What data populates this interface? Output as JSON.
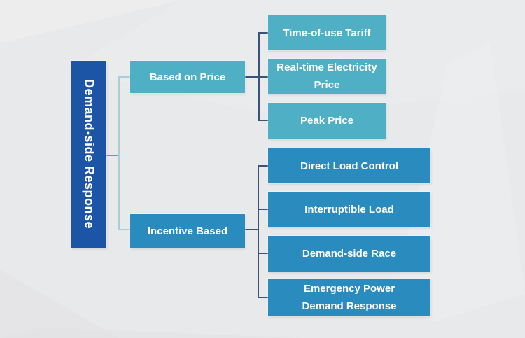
{
  "diagram": {
    "root": {
      "label": "Demand-side Response"
    },
    "branches": [
      {
        "label": "Based on Price",
        "children": [
          {
            "label": "Time-of-use Tariff",
            "lines": [
              "Time-of-use Tariff"
            ]
          },
          {
            "label": "Real-time Electricity Price",
            "lines": [
              "Real-time Electricity",
              "Price"
            ]
          },
          {
            "label": "Peak Price",
            "lines": [
              "Peak Price"
            ]
          }
        ]
      },
      {
        "label": "Incentive Based",
        "children": [
          {
            "label": "Direct Load Control",
            "lines": [
              "Direct Load Control"
            ]
          },
          {
            "label": "Interruptible Load",
            "lines": [
              "Interruptible Load"
            ]
          },
          {
            "label": "Demand-side Race",
            "lines": [
              "Demand-side Race"
            ]
          },
          {
            "label": "Emergency Power Demand Response",
            "lines": [
              "Emergency Power",
              "Demand Response"
            ]
          }
        ]
      }
    ],
    "colors": {
      "root_box": "#1c55a5",
      "price_box": "#4fb0c5",
      "incentive_box": "#2a8bbf",
      "rail_line": "#3a5477",
      "left_line": "#a9cfd6",
      "left_stub_line": "#57a5b4",
      "background": "#e8e9ea",
      "label_text": "#ffffff"
    }
  }
}
